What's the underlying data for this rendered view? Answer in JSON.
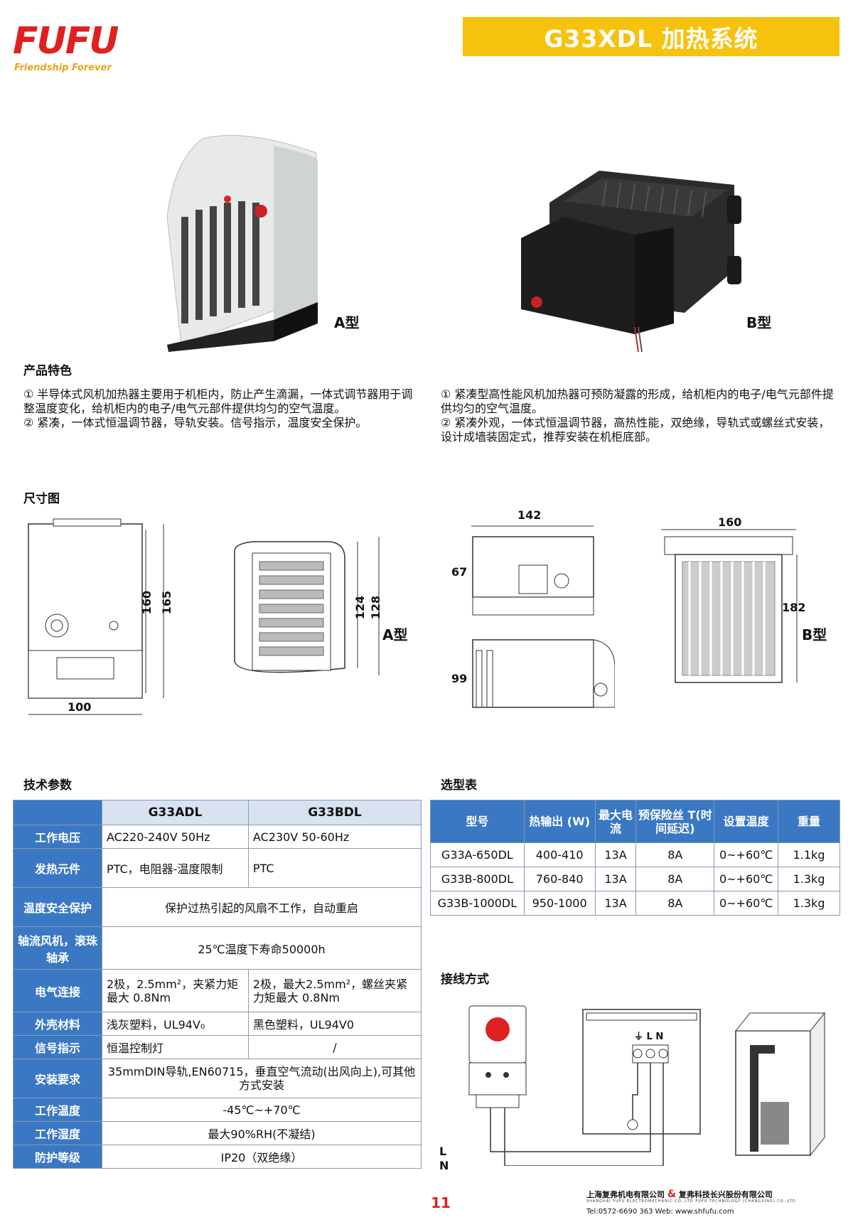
{
  "header": {
    "logo_text": "FUFU",
    "tagline": "Friendship Forever",
    "title": "G33XDL  加热系统"
  },
  "products": {
    "type_a": "A型",
    "type_b": "B型"
  },
  "features": {
    "title": "产品特色",
    "a": [
      "① 半导体式风机加热器主要用于机柜内，防止产生滴漏，一体式调节器用于调整温度变化，给机柜内的电子/电气元部件提供均匀的空气温度。",
      "② 紧凑，一体式恒温调节器，导轨安装。信号指示，温度安全保护。"
    ],
    "b": [
      "① 紧凑型高性能风机加热器可预防凝露的形成，给机柜内的电子/电气元部件提供均匀的空气温度。",
      "② 紧凑外观，一体式恒温调节器，高热性能，双绝缘，导轨式或螺丝式安装，设计成墙装固定式，推荐安装在机柜底部。"
    ]
  },
  "dimensions": {
    "title": "尺寸图",
    "a_labels": {
      "h1": "160",
      "h2": "165",
      "w": "100",
      "h3": "124",
      "h4": "128",
      "type": "A型"
    },
    "b_labels": {
      "w1": "142",
      "h1": "67",
      "h2": "99",
      "w2": "160",
      "h3": "182",
      "type": "B型"
    }
  },
  "tech": {
    "title": "技术参数",
    "col_a": "G33ADL",
    "col_b": "G33BDL",
    "rows": [
      {
        "label": "工作电压",
        "a": "AC220-240V  50Hz",
        "b": "AC230V  50-60Hz"
      },
      {
        "label": "发热元件",
        "a": "PTC，电阻器-温度限制",
        "b": "PTC"
      },
      {
        "label": "温度安全保护",
        "span": "保护过热引起的风扇不工作，自动重启"
      },
      {
        "label": "轴流风机，滚珠轴承",
        "span": "25℃温度下寿命50000h"
      },
      {
        "label": "电气连接",
        "a": "2极，2.5mm²，夹紧力矩最大 0.8Nm",
        "b": "2极，最大2.5mm²，螺丝夹紧力矩最大 0.8Nm"
      },
      {
        "label": "外壳材料",
        "a": "浅灰塑料，UL94V₀",
        "b": "黑色塑料，UL94V0"
      },
      {
        "label": "信号指示",
        "a": "恒温控制灯",
        "b": "/"
      },
      {
        "label": "安装要求",
        "span": "35mmDIN导轨,EN60715，垂直空气流动(出风向上),可其他方式安装"
      },
      {
        "label": "工作温度",
        "span": "-45℃~+70℃"
      },
      {
        "label": "工作湿度",
        "span": "最大90%RH(不凝结)"
      },
      {
        "label": "防护等级",
        "span": "IP20（双绝缘）"
      }
    ]
  },
  "selection": {
    "title": "选型表",
    "headers": [
      "型号",
      "热输出 (W)",
      "最大电流",
      "预保险丝 T(时间延迟)",
      "设置温度",
      "重量"
    ],
    "rows": [
      [
        "G33A-650DL",
        "400-410",
        "13A",
        "8A",
        "0~+60℃",
        "1.1kg"
      ],
      [
        "G33B-800DL",
        "760-840",
        "13A",
        "8A",
        "0~+60℃",
        "1.3kg"
      ],
      [
        "G33B-1000DL",
        "950-1000",
        "13A",
        "8A",
        "0~+60℃",
        "1.3kg"
      ]
    ]
  },
  "wiring": {
    "title": "接线方式",
    "l": "L",
    "n": "N",
    "terminal": "⏚ L N"
  },
  "footer": {
    "page": "11",
    "company_a": "上海复弗机电有限公司",
    "amp": "&",
    "company_b": "复弗科技长兴股份有限公司",
    "sub": "SHANGHAI FUFU ELECTROMECHANIC CO.,LTD    FUFU TECHNOLOGY (CHANGXING) CO.,LTD",
    "contact": "Tel:0572-6690 363     Web: www.shfufu.com"
  }
}
